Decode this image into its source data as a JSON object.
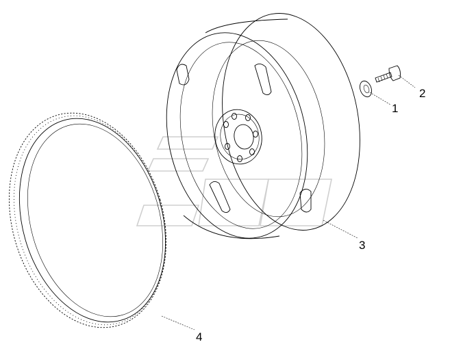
{
  "diagram": {
    "callouts": [
      {
        "id": "1",
        "label": "1",
        "part": "washer"
      },
      {
        "id": "2",
        "label": "2",
        "part": "bolt"
      },
      {
        "id": "3",
        "label": "3",
        "part": "flywheel"
      },
      {
        "id": "4",
        "label": "4",
        "part": "ring-gear"
      }
    ],
    "colors": {
      "line": "#000000",
      "background": "#ffffff",
      "watermark": "#cfcfcf"
    }
  }
}
